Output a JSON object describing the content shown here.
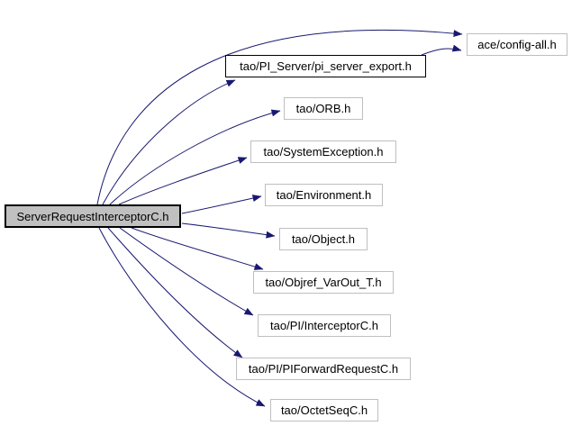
{
  "graph": {
    "type": "include-dependency-graph",
    "colors": {
      "edge": "#191970",
      "background": "#ffffff",
      "main_node_fill": "#c0c0c0",
      "main_node_border": "#000000",
      "node_fill": "#ffffff",
      "node_border": "#bfbfbf",
      "highlight_node_border": "#000000",
      "text": "#000000"
    },
    "nodes": {
      "main": "ServerRequestInterceptorC.h",
      "config_all": "ace/config-all.h",
      "pi_server_export": "tao/PI_Server/pi_server_export.h",
      "orb": "tao/ORB.h",
      "system_exception": "tao/SystemException.h",
      "environment": "tao/Environment.h",
      "object": "tao/Object.h",
      "objref_varout": "tao/Objref_VarOut_T.h",
      "pi_interceptor": "tao/PI/InterceptorC.h",
      "pi_forward_request": "tao/PI/PIForwardRequestC.h",
      "octet_seq": "tao/OctetSeqC.h"
    },
    "edges": [
      {
        "from": "ServerRequestInterceptorC.h",
        "to": "ace/config-all.h"
      },
      {
        "from": "ServerRequestInterceptorC.h",
        "to": "tao/PI_Server/pi_server_export.h"
      },
      {
        "from": "ServerRequestInterceptorC.h",
        "to": "tao/ORB.h"
      },
      {
        "from": "ServerRequestInterceptorC.h",
        "to": "tao/SystemException.h"
      },
      {
        "from": "ServerRequestInterceptorC.h",
        "to": "tao/Environment.h"
      },
      {
        "from": "ServerRequestInterceptorC.h",
        "to": "tao/Object.h"
      },
      {
        "from": "ServerRequestInterceptorC.h",
        "to": "tao/Objref_VarOut_T.h"
      },
      {
        "from": "ServerRequestInterceptorC.h",
        "to": "tao/PI/InterceptorC.h"
      },
      {
        "from": "ServerRequestInterceptorC.h",
        "to": "tao/PI/PIForwardRequestC.h"
      },
      {
        "from": "ServerRequestInterceptorC.h",
        "to": "tao/OctetSeqC.h"
      },
      {
        "from": "tao/PI_Server/pi_server_export.h",
        "to": "ace/config-all.h"
      }
    ]
  }
}
